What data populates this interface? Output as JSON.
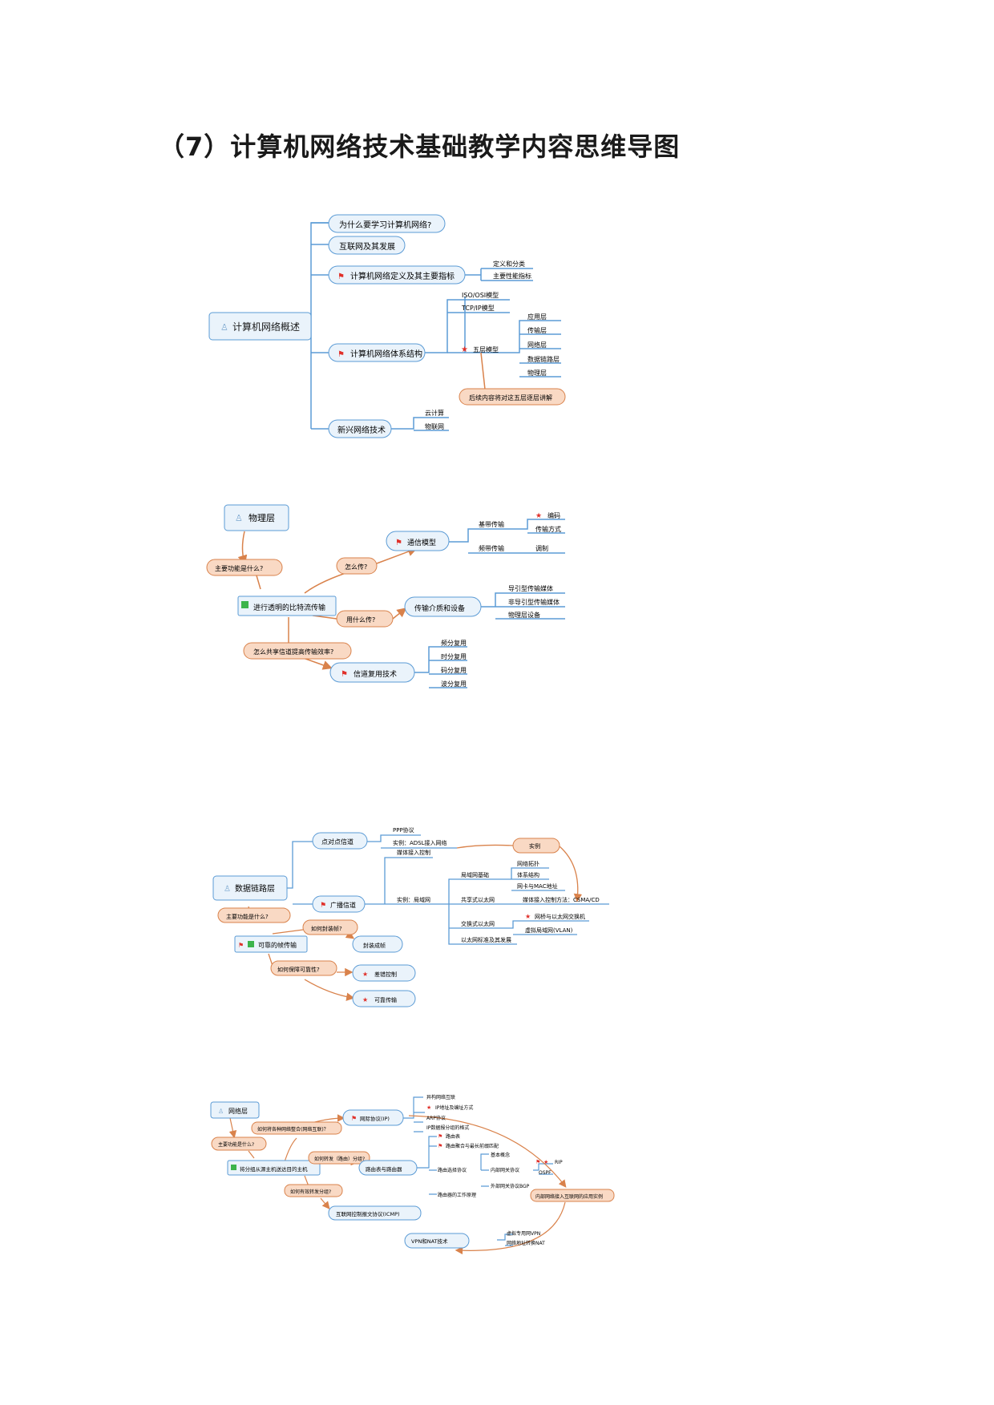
{
  "page": {
    "title": "（7）计算机网络技术基础教学内容思维导图"
  },
  "colors": {
    "node_fill": "#eaf3fb",
    "node_stroke": "#5b9bd5",
    "q_fill": "#f9d9c4",
    "q_stroke": "#d9824b",
    "line": "#5b9bd5",
    "arrow": "#d9824b",
    "flag": "#e0302a"
  },
  "map1": {
    "root": "计算机网络概述",
    "b1": "为什么要学习计算机网络?",
    "b2": "互联网及其发展",
    "b3": "计算机网络定义及其主要指标",
    "b3c1": "定义和分类",
    "b3c2": "主要性能指标",
    "b4": "计算机网络体系结构",
    "b4c1": "ISO/OSI模型",
    "b4c2": "TCP/IP模型",
    "b4c3": "五层模型",
    "l1": "应用层",
    "l2": "传输层",
    "l3": "网络层",
    "l4": "数据链路层",
    "l5": "物理层",
    "note": "后续内容将对这五层逐层讲解",
    "b5": "新兴网络技术",
    "b5c1": "云计算",
    "b5c2": "物联网"
  },
  "map2": {
    "root": "物理层",
    "q1": "主要功能是什么?",
    "center": "进行透明的比特流传输",
    "q2": "怎么传?",
    "n1": "通信模型",
    "n1c1": "基带传输",
    "n1c1a": "编码",
    "n1c1b": "传输方式",
    "n1c2": "频带传输",
    "n1c2a": "调制",
    "q3": "用什么传?",
    "n2": "传输介质和设备",
    "n2c1": "导引型传输媒体",
    "n2c2": "非导引型传输媒体",
    "n2c3": "物理层设备",
    "q4": "怎么共享信道提高传输效率?",
    "n3": "信道复用技术",
    "n3c1": "频分复用",
    "n3c2": "时分复用",
    "n3c3": "码分复用",
    "n3c4": "波分复用"
  },
  "map3": {
    "root": "数据链路层",
    "n1": "点对点信道",
    "n1c1": "PPP协议",
    "n1c2": "实例：ADSL接入网络",
    "example": "实例",
    "n2": "广播信道",
    "n2c1": "媒体接入控制",
    "n2c2": "实例：局域网",
    "lan1": "局域网基础",
    "lan1a": "网络拓扑",
    "lan1b": "体系结构",
    "lan1c": "网卡与MAC地址",
    "lan2": "共享式以太网",
    "lan2a": "媒体接入控制方法：CSMA/CD",
    "lan3": "交换式以太网",
    "lan3a": "网桥与以太网交换机",
    "lan3b": "虚拟局域网(VLAN)",
    "lan4": "以太网标准及其发展",
    "q1": "主要功能是什么?",
    "center": "可靠的帧传输",
    "q2": "如何封装帧?",
    "n3": "封装成帧",
    "q3": "如何保障可靠性?",
    "n4": "差错控制",
    "n5": "可靠传输"
  },
  "map4": {
    "root": "网络层",
    "q1": "主要功能是什么?",
    "center": "将分组从源主机送达目的主机",
    "q2": "如何将各种网络整合(网络互联)？",
    "n1": "网际协议(IP)",
    "n1c1": "异构网络互联",
    "n1c2": "IP地址及编址方式",
    "n1c3": "ARP协议",
    "n1c4": "IP数据报分组的格式",
    "q3": "如何转发（路由）分组?",
    "n2": "路由表与路由器",
    "n2c1": "路由表",
    "n2c2": "路由聚合与最长前缀匹配",
    "n2c3": "路由选择协议",
    "n2c3a": "基本概念",
    "n2c3b": "内部网关协议",
    "n2c3b1": "RIP",
    "n2c3b2": "OSPF",
    "n2c3c": "外部网关协议BGP",
    "n2c4": "路由器的工作原理",
    "q4": "如何有效转发分组?",
    "n3": "互联网控制报文协议(ICMP)",
    "n4": "VPN和NAT技术",
    "n4c1": "虚拟专用网VPN",
    "n4c2": "网络地址转换NAT",
    "app": "内部网络接入互联网的应用实例"
  }
}
